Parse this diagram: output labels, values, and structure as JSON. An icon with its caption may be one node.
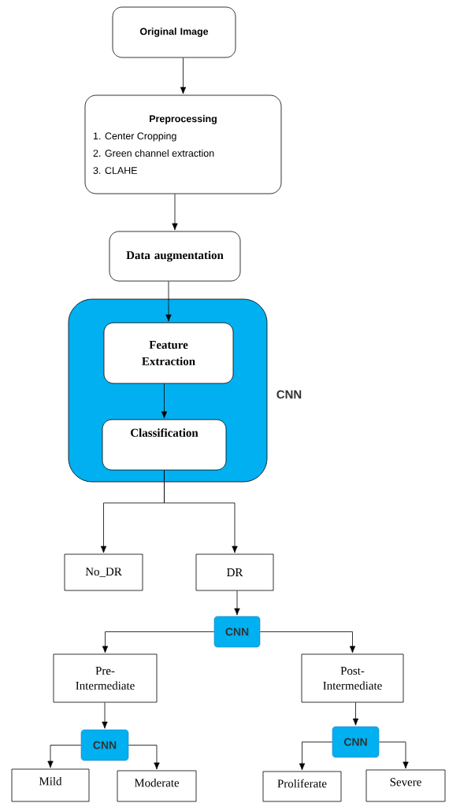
{
  "diagram": {
    "nodes": [
      {
        "text": [
          "Original Image"
        ]
      },
      {
        "text": [
          "Preprocessing",
          "1. Center Cropping",
          "2. Green channel extraction",
          "3. CLAHE"
        ]
      },
      {
        "text": [
          "Data augmentation"
        ]
      },
      {
        "text": [
          "CNN"
        ]
      },
      {
        "text": [
          "Feature Extraction"
        ],
        "in": 3
      },
      {
        "text": [
          "Classification"
        ],
        "in": 3
      },
      {
        "text": [
          "No_DR"
        ]
      },
      {
        "text": [
          "DR"
        ]
      },
      {
        "text": [
          "CNN"
        ]
      },
      {
        "text": [
          "Pre- Intermediate"
        ]
      },
      {
        "text": [
          "Post- Intermediate"
        ]
      },
      {
        "text": [
          "CNN"
        ]
      },
      {
        "text": [
          "CNN"
        ]
      },
      {
        "text": [
          "Mild"
        ]
      },
      {
        "text": [
          "Moderate"
        ]
      },
      {
        "text": [
          "Proliferate"
        ]
      },
      {
        "text": [
          "Severe"
        ]
      }
    ],
    "edges": [
      {
        "from": 0,
        "to": 1,
        "arrow": "to"
      },
      {
        "from": 1,
        "to": 2,
        "arrow": "to"
      },
      {
        "from": 2,
        "to": 4,
        "arrow": "to"
      },
      {
        "from": 4,
        "to": 5,
        "arrow": "to"
      },
      {
        "from": 5,
        "to": 6,
        "arrow": "to"
      },
      {
        "from": 5,
        "to": 7,
        "arrow": "to"
      },
      {
        "from": 7,
        "to": 8,
        "arrow": "to"
      },
      {
        "from": 8,
        "to": 9,
        "arrow": "to"
      },
      {
        "from": 8,
        "to": 10,
        "arrow": "to"
      },
      {
        "from": 9,
        "to": 11,
        "arrow": "to"
      },
      {
        "from": 10,
        "to": 12,
        "arrow": "to"
      },
      {
        "from": 11,
        "to": 13,
        "arrow": "to"
      },
      {
        "from": 11,
        "to": 14,
        "arrow": "to"
      },
      {
        "from": 12,
        "to": 15,
        "arrow": "to"
      },
      {
        "from": 12,
        "to": 16,
        "arrow": "to"
      }
    ]
  }
}
